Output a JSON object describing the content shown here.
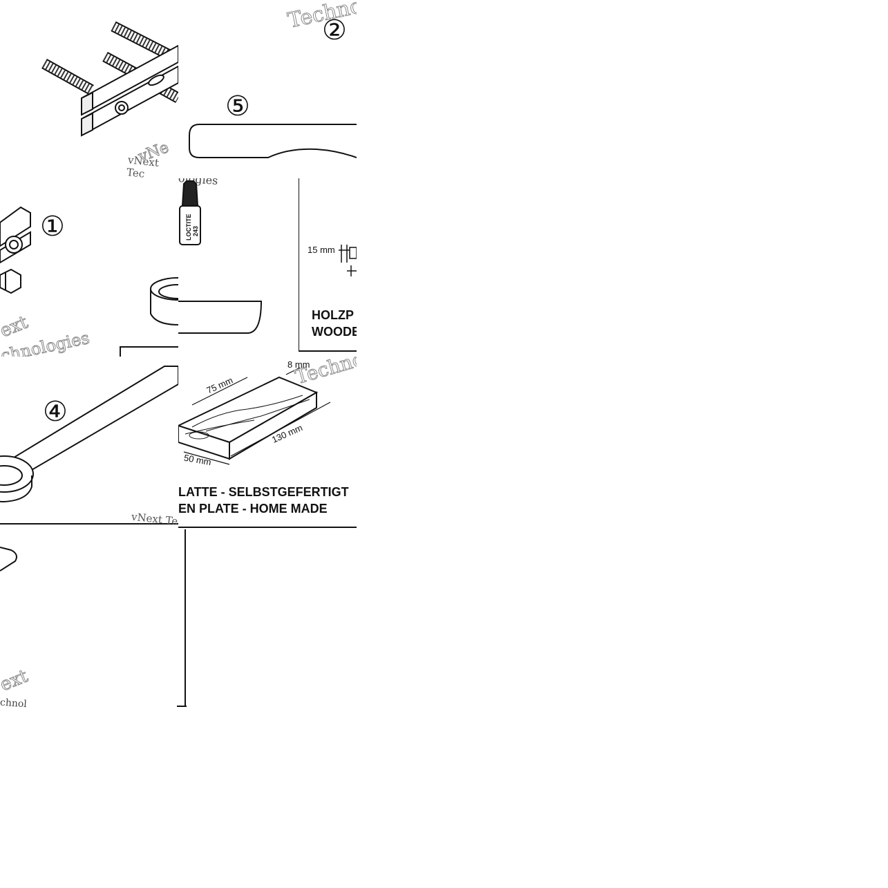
{
  "callouts": {
    "c1": "①",
    "c2": "②",
    "c4": "④",
    "c5": "⑤"
  },
  "loctite": {
    "brand": "LOCTITE",
    "number": "243"
  },
  "dimensions": {
    "d15": "15 mm",
    "d8": "8 mm",
    "d75": "75 mm",
    "d130": "130 mm",
    "d50": "50 mm"
  },
  "wooden_plate": {
    "de_crop": "HOLZP",
    "en_crop": "WOODE",
    "de_tail": "LATTE - SELBSTGEFERTIGT",
    "en_tail": "EN PLATE - HOME MADE"
  },
  "watermarks": {
    "w1": "Techno",
    "w2": "vNext Tec",
    "w3": "vNe",
    "w4": "ologies",
    "w5": "ext",
    "w6": "chnologies",
    "w7": "Techno",
    "w8": "vNext Te",
    "w9": "ext",
    "w10": "chnol"
  }
}
